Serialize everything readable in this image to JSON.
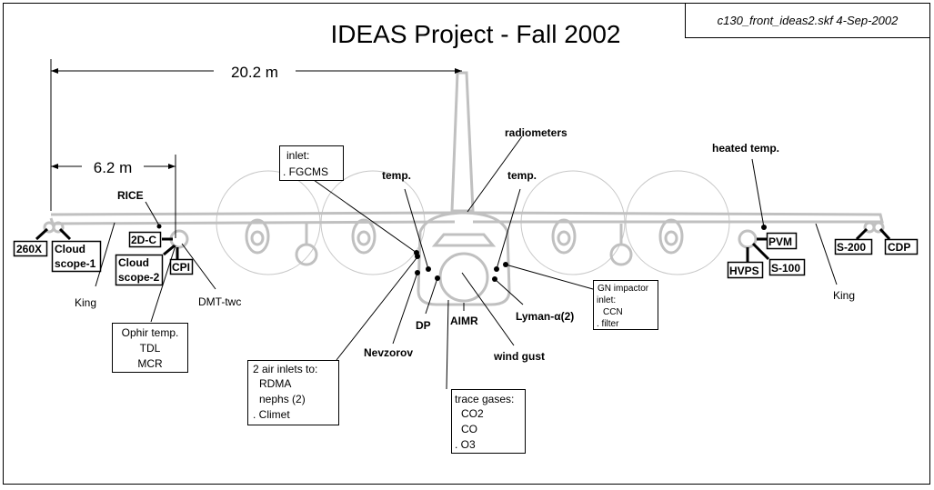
{
  "title": "IDEAS Project - Fall 2002",
  "file_label": "c130_front_ideas2.skf  4-Sep-2002",
  "dimensions": {
    "span": "20.2 m",
    "outboard": "6.2 m"
  },
  "labels": {
    "rice": "RICE",
    "p260x": "260X",
    "cloud_scope_1": [
      "Cloud",
      "scope-1"
    ],
    "d2c": "2D-C",
    "cloud_scope_2": [
      "Cloud",
      "scope-2"
    ],
    "cpi": "CPI",
    "king_left": "King",
    "dmt": "DMT-twc",
    "ophir": [
      "Ophir temp.",
      "TDL",
      "MCR"
    ],
    "inlet": [
      "inlet:",
      ". FGCMS"
    ],
    "temp_left": "temp.",
    "radiometers": "radiometers",
    "temp_right": "temp.",
    "air_inlets": [
      "2 air inlets to:",
      "RDMA",
      "nephs (2)",
      ". Climet"
    ],
    "dp": "DP",
    "aimr": "AIMR",
    "nevzorov": "Nevzorov",
    "wind_gust": "wind gust",
    "lyman": "Lyman-α(2)",
    "gn": [
      "GN impactor",
      "inlet:",
      "CCN",
      ". filter"
    ],
    "trace": [
      "trace gases:",
      "CO2",
      "CO",
      ". O3"
    ],
    "heated_temp": "heated temp.",
    "pvm": "PVM",
    "hvps": "HVPS",
    "s100": "S-100",
    "s200": "S-200",
    "cdp": "CDP",
    "king_right": "King"
  }
}
